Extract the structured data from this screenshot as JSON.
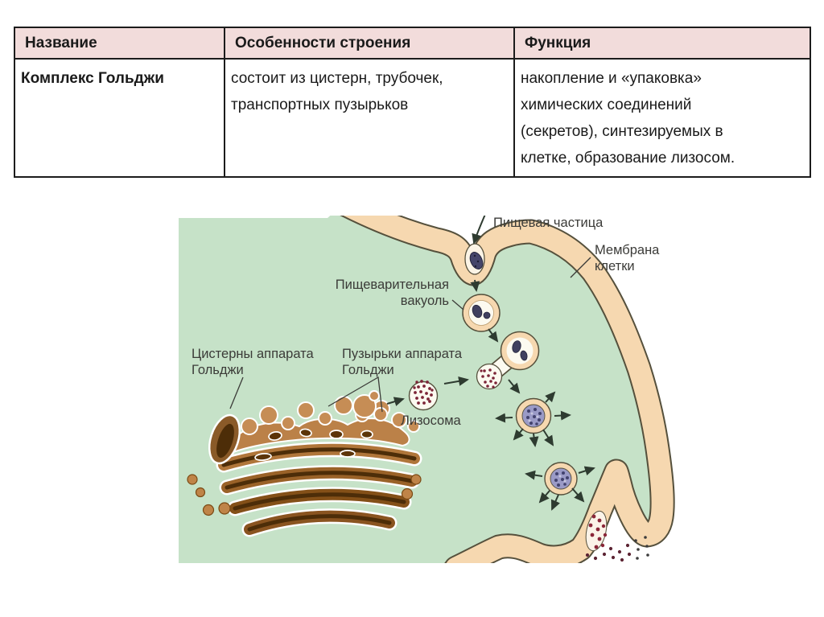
{
  "table": {
    "headers": [
      "Название",
      "Особенности строения",
      "Функция"
    ],
    "row": {
      "name": "Комплекс Гольджи",
      "structure_lines": [
        "состоит из цистерн, трубочек,",
        "транспортных пузырьков"
      ],
      "function_lines": [
        "накопление и «упаковка»",
        "химических соединений",
        "(секретов), синтезируемых в",
        "клетке, образование лизосом."
      ]
    },
    "colors": {
      "header_bg": "#f2dcdb",
      "border": "#1c1c1c",
      "name_text": "#a01e4b"
    }
  },
  "diagram": {
    "labels": {
      "food_particle": "Пищевая частица",
      "membrane_line1": "Мембрана",
      "membrane_line2": "клетки",
      "vacuole_line1": "Пищеварительная",
      "vacuole_line2": "вакуоль",
      "cisterns_line1": "Цистерны аппарата",
      "cisterns_line2": "Гольджи",
      "vesicles_line1": "Пузырьки аппарата",
      "vesicles_line2": "Гольджи",
      "lysosome": "Лизосома"
    },
    "colors": {
      "cytoplasm_green": "#c6e2c8",
      "membrane_peach": "#f6d8b0",
      "membrane_outline": "#55503c",
      "golgi_brown": "#b0763a",
      "lysosome_dots_maroon": "#7c2437",
      "label_text": "#3b3b38"
    }
  }
}
